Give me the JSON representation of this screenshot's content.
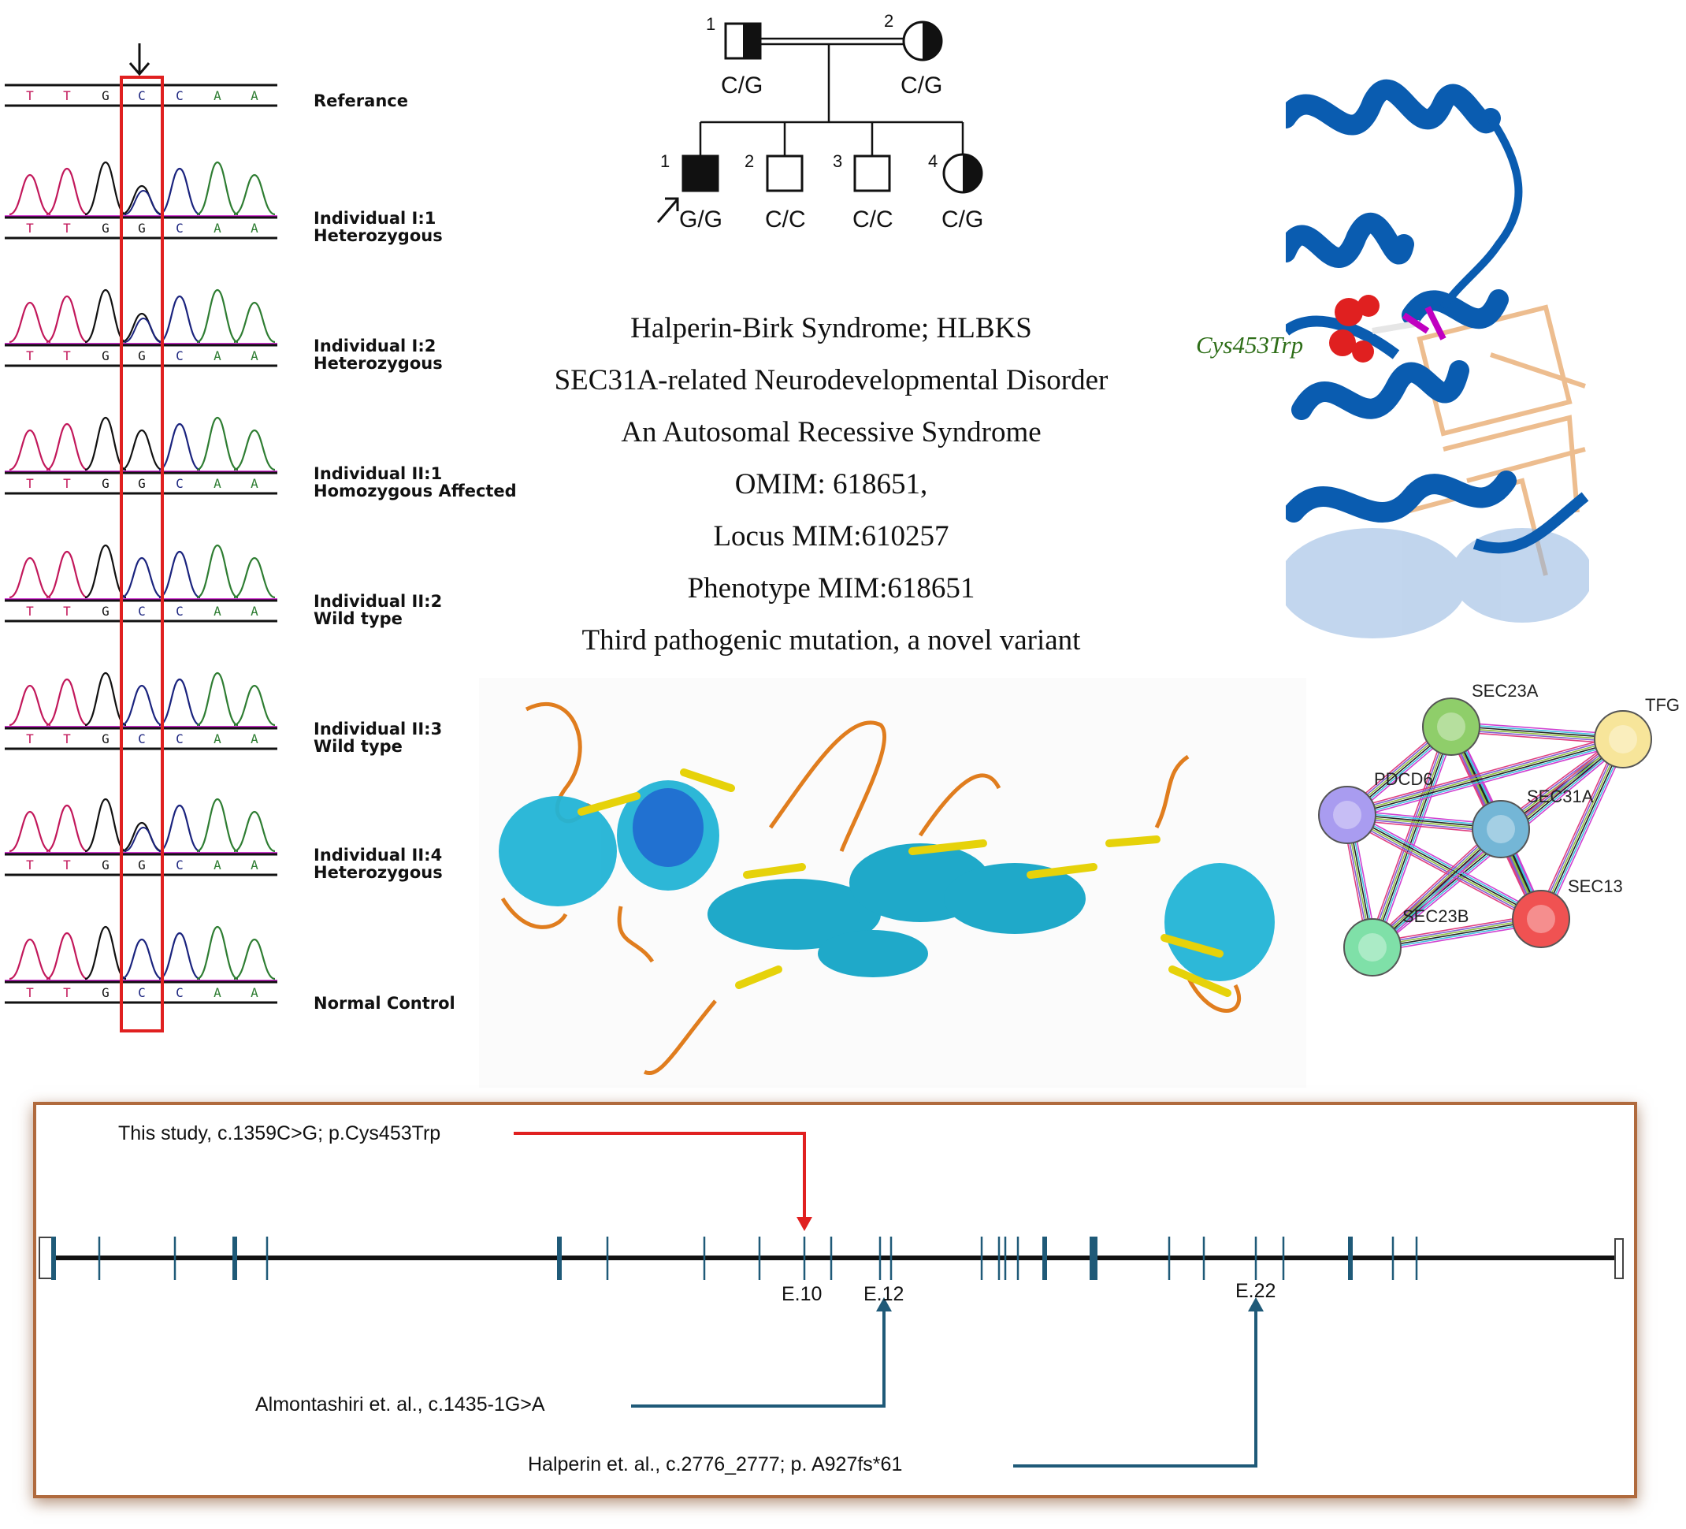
{
  "sequence": {
    "bases": [
      "T",
      "T",
      "G",
      "C",
      "C",
      "A",
      "A"
    ],
    "base_colors": {
      "T": "#c2185b",
      "G": "#111111",
      "C": "#1a237e",
      "A": "#2e7d32"
    },
    "tracks": [
      {
        "label_line1": "Referance",
        "label_line2": "",
        "bases": [
          "T",
          "T",
          "G",
          "C",
          "C",
          "A",
          "A"
        ]
      },
      {
        "label_line1": "Individual I:1",
        "label_line2": "Heterozygous",
        "bases": [
          "T",
          "T",
          "G",
          "G",
          "C",
          "A",
          "A"
        ]
      },
      {
        "label_line1": "Individual I:2",
        "label_line2": "Heterozygous",
        "bases": [
          "T",
          "T",
          "G",
          "G",
          "C",
          "A",
          "A"
        ]
      },
      {
        "label_line1": "Individual II:1",
        "label_line2": "Homozygous Affected",
        "bases": [
          "T",
          "T",
          "G",
          "G",
          "C",
          "A",
          "A"
        ]
      },
      {
        "label_line1": "Individual II:2",
        "label_line2": "Wild type",
        "bases": [
          "T",
          "T",
          "G",
          "C",
          "C",
          "A",
          "A"
        ]
      },
      {
        "label_line1": "Individual II:3",
        "label_line2": "Wild type",
        "bases": [
          "T",
          "T",
          "G",
          "C",
          "C",
          "A",
          "A"
        ]
      },
      {
        "label_line1": "Individual II:4",
        "label_line2": "Heterozygous",
        "bases": [
          "T",
          "T",
          "G",
          "G",
          "C",
          "A",
          "A"
        ]
      },
      {
        "label_line1": "Normal Control",
        "label_line2": "",
        "bases": [
          "T",
          "T",
          "G",
          "C",
          "C",
          "A",
          "A"
        ]
      }
    ]
  },
  "pedigree": {
    "gen1": [
      {
        "num": "1",
        "genotype": "C/G"
      },
      {
        "num": "2",
        "genotype": "C/G"
      }
    ],
    "gen2": [
      {
        "num": "1",
        "genotype": "G/G"
      },
      {
        "num": "2",
        "genotype": "C/C"
      },
      {
        "num": "3",
        "genotype": "C/C"
      },
      {
        "num": "4",
        "genotype": "C/G"
      }
    ]
  },
  "info": {
    "line1": "Halperin-Birk Syndrome; HLBKS",
    "line2": "SEC31A-related Neurodevelopmental Disorder",
    "line3": "An Autosomal Recessive Syndrome",
    "line4": "OMIM: 618651,",
    "line5": "Locus MIM:610257",
    "line6": "Phenotype MIM:618651",
    "line7": "Third pathogenic mutation, a novel variant"
  },
  "structure": {
    "mutation_label": "Cys453Trp"
  },
  "network": {
    "nodes": [
      {
        "name": "SEC23A",
        "color": "#8fce6a"
      },
      {
        "name": "TFG",
        "color": "#f7e59a"
      },
      {
        "name": "PDCD6",
        "color": "#a99cf0"
      },
      {
        "name": "SEC31A",
        "color": "#74b6d6"
      },
      {
        "name": "SEC13",
        "color": "#f05252"
      },
      {
        "name": "SEC23B",
        "color": "#7fe0a8"
      }
    ]
  },
  "gene_map": {
    "this_study": "This study, c.1359C>G; p.Cys453Trp",
    "almontashiri": "Almontashiri et. al., c.1435-1G>A",
    "halperin": "Halperin et. al., c.2776_2777; p. A927fs*61",
    "exon_labels": [
      "E.10",
      "E.12",
      "E.22"
    ],
    "arrow_colors": {
      "this_study": "#e02020",
      "others": "#1f5a78"
    }
  }
}
